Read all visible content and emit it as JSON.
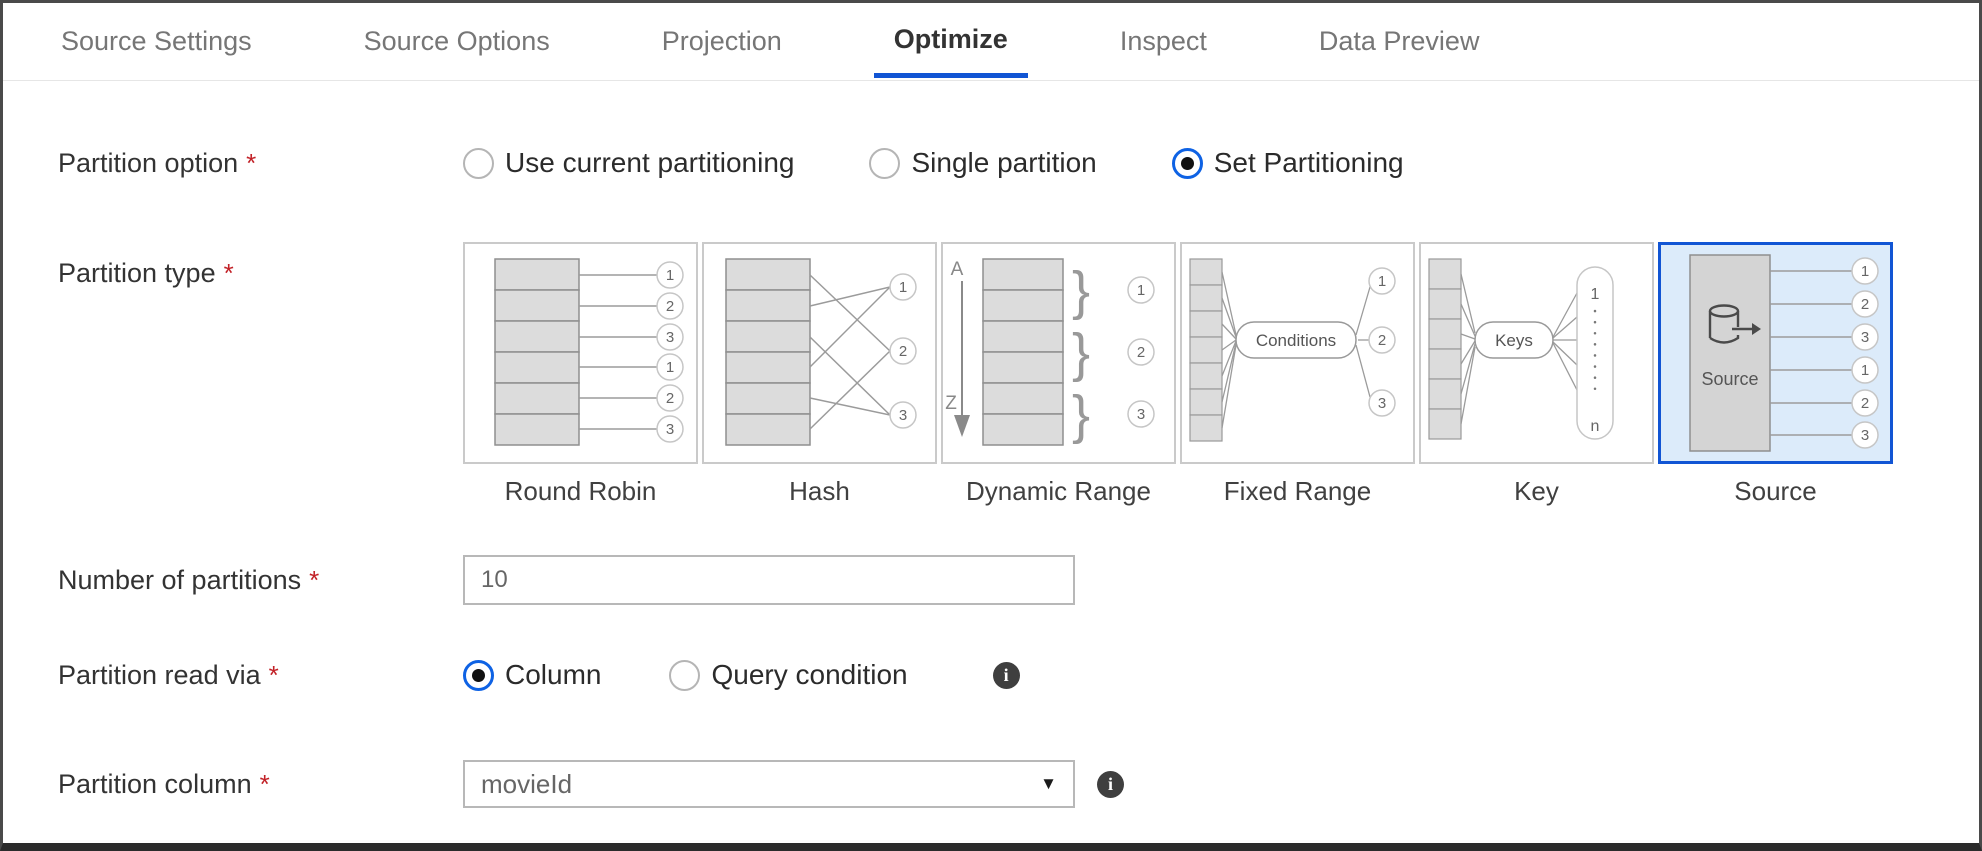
{
  "colors": {
    "accent": "#1155d4",
    "selected_tile_bg": "#dcebfa",
    "required": "#c22127"
  },
  "tabs": [
    {
      "label": "Source Settings",
      "active": false
    },
    {
      "label": "Source Options",
      "active": false
    },
    {
      "label": "Projection",
      "active": false
    },
    {
      "label": "Optimize",
      "active": true
    },
    {
      "label": "Inspect",
      "active": false
    },
    {
      "label": "Data Preview",
      "active": false
    }
  ],
  "fields": {
    "partition_option": {
      "label": "Partition option",
      "required": "*"
    },
    "partition_type": {
      "label": "Partition type",
      "required": "*"
    },
    "number_of_partitions": {
      "label": "Number of partitions",
      "required": "*",
      "value": "10"
    },
    "partition_read_via": {
      "label": "Partition read via",
      "required": "*"
    },
    "partition_column": {
      "label": "Partition column",
      "required": "*",
      "value": "movieId"
    }
  },
  "radios": {
    "partition_option": [
      {
        "label": "Use current partitioning",
        "selected": false
      },
      {
        "label": "Single partition",
        "selected": false
      },
      {
        "label": "Set Partitioning",
        "selected": true
      }
    ],
    "partition_read_via": [
      {
        "label": "Column",
        "selected": true
      },
      {
        "label": "Query condition",
        "selected": false
      }
    ]
  },
  "tiles": [
    {
      "caption": "Round Robin",
      "selected": false
    },
    {
      "caption": "Hash",
      "selected": false
    },
    {
      "caption": "Dynamic Range",
      "selected": false
    },
    {
      "caption": "Fixed Range",
      "selected": false
    },
    {
      "caption": "Key",
      "selected": false
    },
    {
      "caption": "Source",
      "selected": true
    }
  ],
  "diagrams": {
    "seq": [
      "1",
      "2",
      "3",
      "1",
      "2",
      "3"
    ],
    "three": [
      "1",
      "2",
      "3"
    ],
    "brace": "}",
    "range_top": "A",
    "range_bottom": "Z",
    "conditions_pill": "Conditions",
    "keys_pill": "Keys",
    "key_top": "1",
    "key_bottom": "n",
    "source_box_label": "Source"
  },
  "icons": {
    "info": "i",
    "caret": "▼"
  }
}
